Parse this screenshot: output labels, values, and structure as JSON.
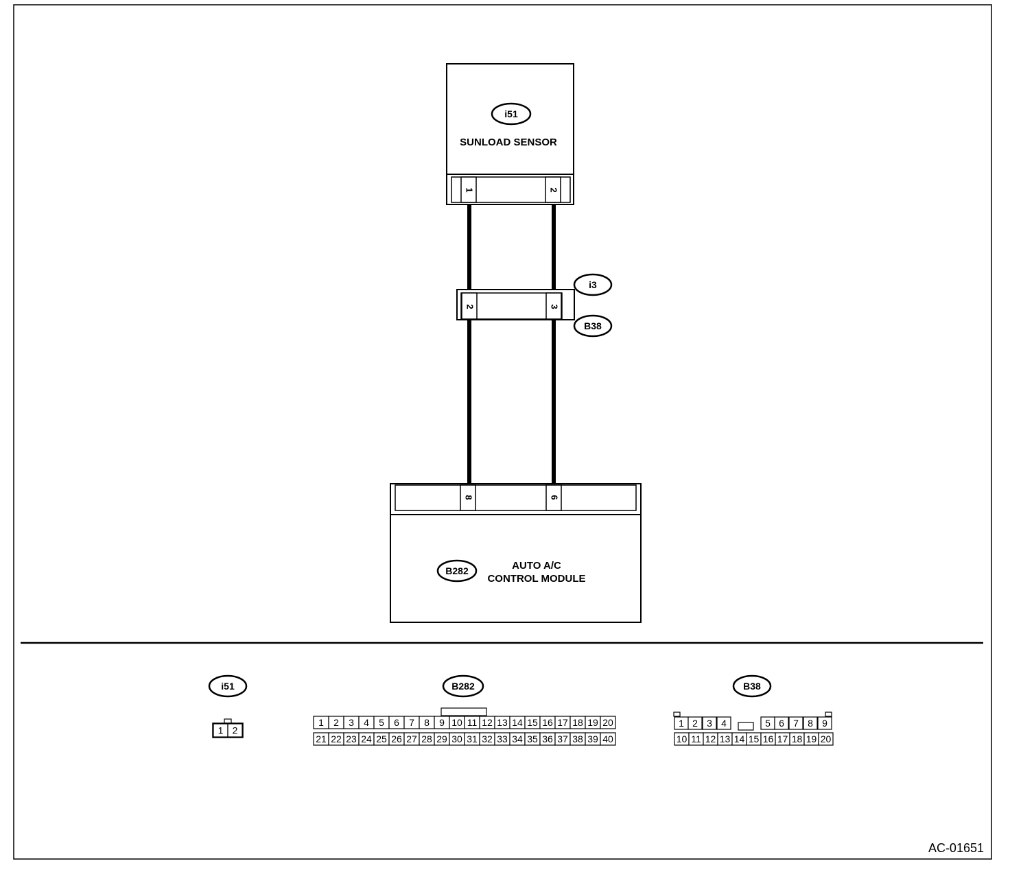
{
  "diagram_id": "AC-01651",
  "colors": {
    "line": "#000000",
    "background": "#ffffff"
  },
  "sensor": {
    "connector_id": "i51",
    "label": "SUNLOAD SENSOR",
    "pins": [
      "1",
      "2"
    ]
  },
  "joint": {
    "upper_id": "i3",
    "lower_id": "B38",
    "pins": [
      "2",
      "3"
    ]
  },
  "module": {
    "connector_id": "B282",
    "label_line1": "AUTO A/C",
    "label_line2": "CONTROL MODULE",
    "pins": [
      "8",
      "6"
    ]
  },
  "connector_views": {
    "i51": {
      "id": "i51",
      "pins": [
        "1",
        "2"
      ]
    },
    "B282": {
      "id": "B282",
      "row1": [
        "1",
        "2",
        "3",
        "4",
        "5",
        "6",
        "7",
        "8",
        "9",
        "10",
        "11",
        "12",
        "13",
        "14",
        "15",
        "16",
        "17",
        "18",
        "19",
        "20"
      ],
      "row2": [
        "21",
        "22",
        "23",
        "24",
        "25",
        "26",
        "27",
        "28",
        "29",
        "30",
        "31",
        "32",
        "33",
        "34",
        "35",
        "36",
        "37",
        "38",
        "39",
        "40"
      ]
    },
    "B38": {
      "id": "B38",
      "row1": [
        "1",
        "2",
        "3",
        "4",
        "5",
        "6",
        "7",
        "8",
        "9"
      ],
      "row2": [
        "10",
        "11",
        "12",
        "13",
        "14",
        "15",
        "16",
        "17",
        "18",
        "19",
        "20"
      ]
    }
  }
}
